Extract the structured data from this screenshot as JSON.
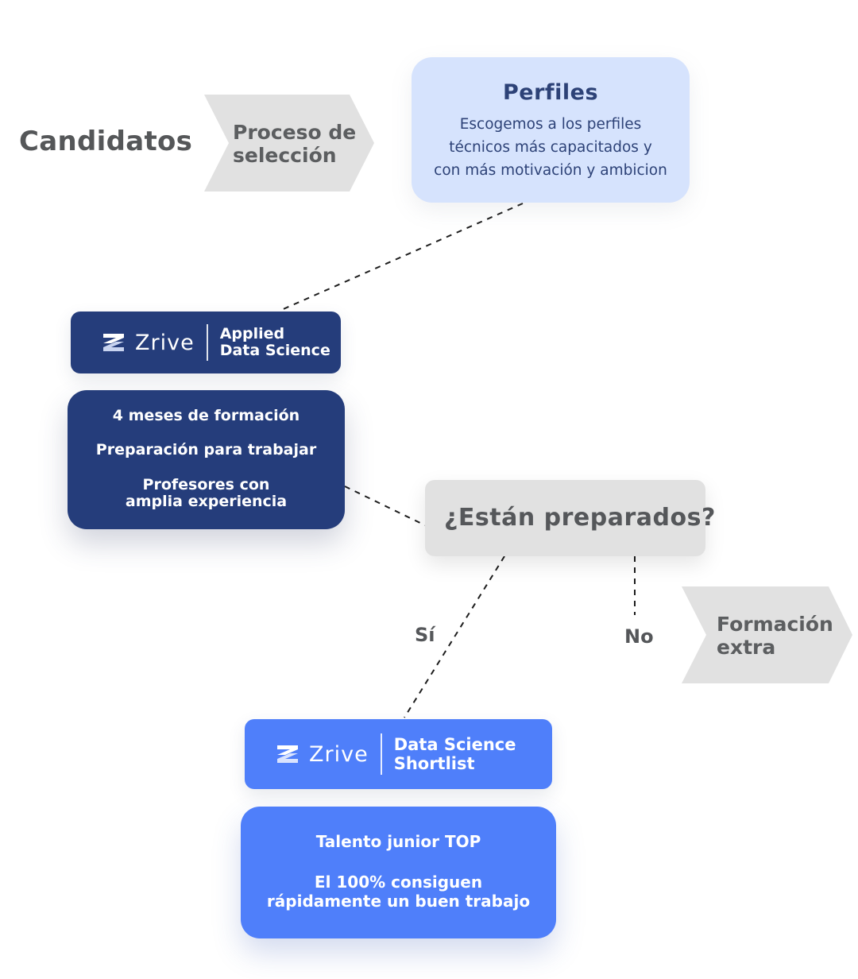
{
  "candidates_label": "Candidatos",
  "selection_step": {
    "lines": [
      "Proceso de",
      "selección"
    ]
  },
  "profiles": {
    "title": "Perfiles",
    "lines": [
      "Escogemos a los perfiles",
      "técnicos más capacitados y",
      "con más motivación y ambicion"
    ]
  },
  "program": {
    "brand": "Zrive",
    "product_lines": [
      "Applied",
      "Data Science"
    ],
    "features": [
      "4 meses de formación",
      "Preparación para trabajar",
      "Profesores con",
      "amplia experiencia"
    ]
  },
  "decision": {
    "question": "¿Están preparados?",
    "yes_label": "Sí",
    "no_label": "No"
  },
  "extra_training": {
    "lines": [
      "Formación",
      "extra"
    ]
  },
  "shortlist": {
    "brand": "Zrive",
    "product_lines": [
      "Data Science",
      "Shortlist"
    ],
    "features": [
      "Talento junior TOP",
      "El 100% consiguen",
      "rápidamente un buen trabajo"
    ]
  },
  "colors": {
    "navy": "#253d7b",
    "blue": "#4f7ffa",
    "light_blue": "#d6e3fd",
    "gray_box": "#e1e1e1",
    "gray_text": "#555759"
  }
}
